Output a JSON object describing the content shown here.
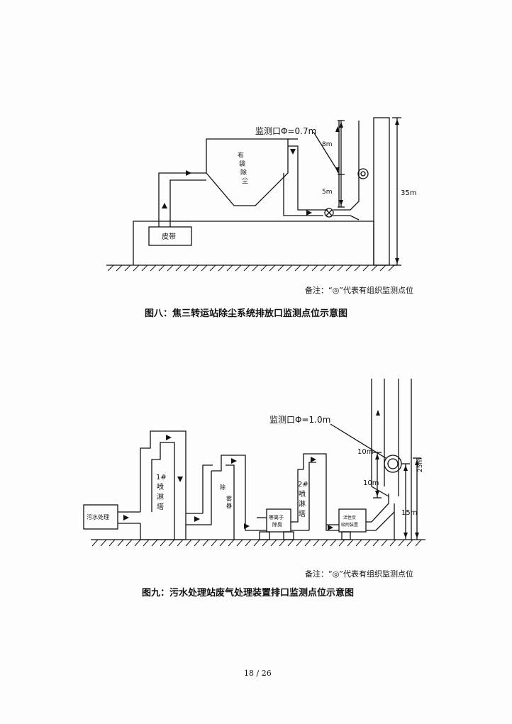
{
  "figure8": {
    "label_port": "监测口Φ=0.7m",
    "label_dust": [
      "布",
      "袋",
      "除",
      "尘"
    ],
    "label_belt": "皮带",
    "dim_8m": "8m",
    "dim_5m": "5m",
    "dim_35m": "35m",
    "note": "备注：“◎”代表有组织监测点位",
    "caption": "图八：焦三转运站除尘系统排放口监测点位示意图"
  },
  "figure9": {
    "label_port": "监测口Φ=1.0m",
    "label_sewage": "污水处理",
    "label_tower1": [
      "1#",
      "喷",
      "淋",
      "塔"
    ],
    "label_mist": [
      "除",
      "雾",
      "器"
    ],
    "label_ion": [
      "等离子",
      "除臭"
    ],
    "label_tower2": [
      "2#",
      "喷",
      "淋",
      "塔"
    ],
    "label_carbon": [
      "活性炭",
      "吸附装置"
    ],
    "dim_10m_top": "10m",
    "dim_10m_mid": "10m",
    "dim_15m": "15m",
    "dim_25m": "25m",
    "note": "备注：“◎”代表有组织监测点位",
    "caption": "图九：污水处理站废气处理装置排口监测点位示意图"
  },
  "page_number": "18 / 26"
}
